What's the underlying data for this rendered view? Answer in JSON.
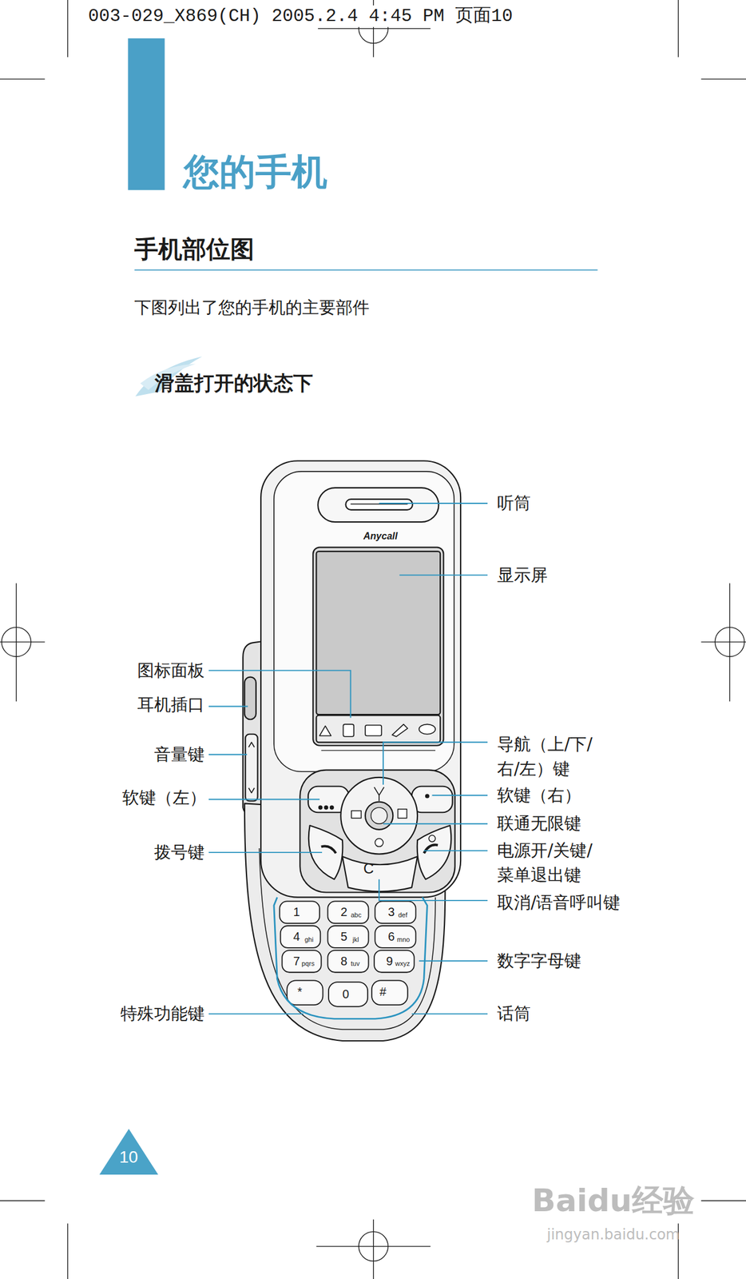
{
  "diagram": {
    "title": "您的手机",
    "labels": [
      "003-029_X869(CH) 2005.2.4 4:45 PM 页面10",
      "手机部位图",
      "下图列出了您的手机的主要部件",
      "滑盖打开的状态下",
      "听筒",
      "显示屏",
      "图标面板",
      "耳机插口",
      "音量键",
      "软键（左）",
      "拨号键",
      "特殊功能键",
      "导航（上/下/右/左）键",
      "软键（右）",
      "联通无限键",
      "电源开/关键/菜单退出键",
      "取消/语音呼叫键",
      "数字字母键",
      "话筒",
      "Anycall",
      "1",
      "2",
      "abc",
      "3",
      "def",
      "4",
      "ghi",
      "5",
      "jkl",
      "6",
      "mno",
      "7",
      "pqrs",
      "8",
      "tuv",
      "9",
      "wxyz",
      "*",
      "0",
      "#",
      "C",
      "10",
      "Baidu经验",
      "jingyan.baidu.com"
    ]
  }
}
